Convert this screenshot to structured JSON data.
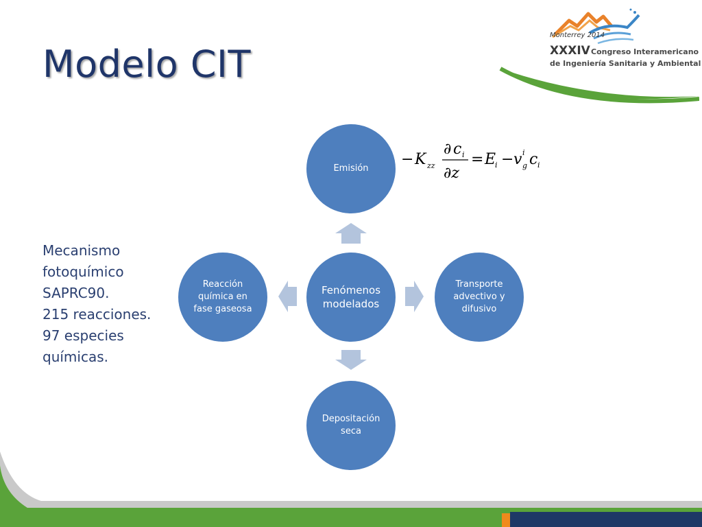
{
  "slide": {
    "title": "Modelo CIT",
    "side_lines": [
      "Mecanismo",
      "fotoquímico",
      "SAPRC90.",
      "215 reacciones.",
      "97 especies",
      "químicas."
    ]
  },
  "diagram": {
    "center": [
      "Fenómenos",
      "modelados"
    ],
    "top": [
      "Emisión"
    ],
    "right": [
      "Transporte",
      "advectivo y",
      "difusivo"
    ],
    "bottom": [
      "Depositación",
      "seca"
    ],
    "left": [
      "Reacción",
      "química en",
      "fase gaseosa"
    ]
  },
  "equation": {
    "minus1": "−",
    "K": "K",
    "K_sub": "zz",
    "num_d": "∂",
    "num_c": "c",
    "num_sub": "i",
    "den": "∂z",
    "equals": "=",
    "E": "E",
    "E_sub": "i",
    "minus2": "−",
    "v": "v",
    "v_sup": "i",
    "v_sub": "g",
    "c": "c",
    "c_sub": "i"
  },
  "logo": {
    "city_year": "Monterrey 2014",
    "edition": "XXXIV",
    "line1": "Congreso Interamericano",
    "line2": "de Ingeniería Sanitaria y Ambiental"
  },
  "colors": {
    "circle": "#4e7fbe",
    "arrow": "#b3c4dd",
    "title": "#1f3569",
    "green": "#5aa33a",
    "navy": "#1e3866",
    "orange": "#f08a1c"
  }
}
